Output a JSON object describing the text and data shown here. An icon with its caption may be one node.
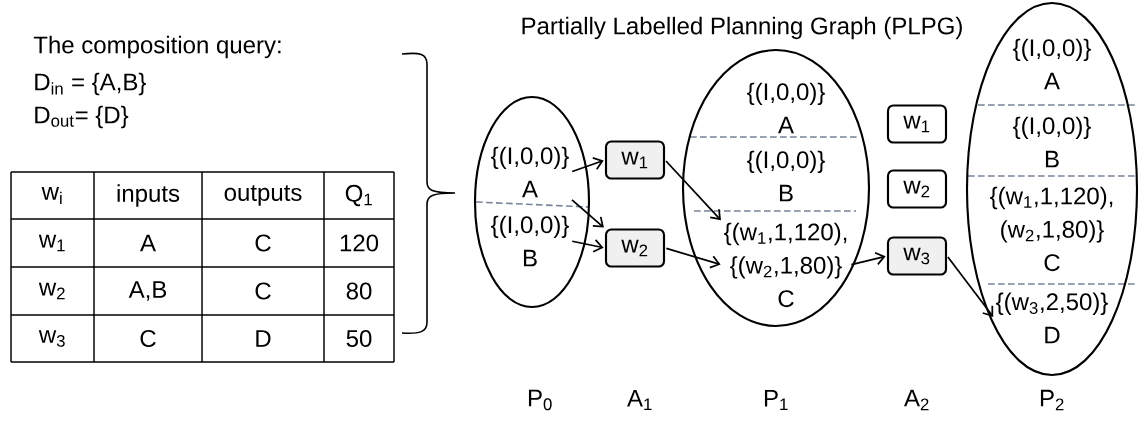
{
  "diagram": {
    "title": "Partially Labelled Planning Graph (PLPG)",
    "nodes": [
      {
        "text": [],
        "shape": "ellipse"
      },
      {
        "text": [
          "{(I,0,0)}",
          "A"
        ],
        "in": 0
      },
      {
        "text": [
          "{(I,0,0)}",
          "B"
        ],
        "in": 0
      },
      {
        "text": [
          "w$_{1}$"
        ]
      },
      {
        "text": [
          "w$_{2}$"
        ]
      },
      {
        "text": [],
        "shape": "ellipse"
      },
      {
        "text": [
          "{(I,0,0)}",
          "A"
        ],
        "in": 5
      },
      {
        "text": [
          "{(I,0,0)}",
          "B"
        ],
        "in": 5
      },
      {
        "text": [
          "{(w$_{1}$,1,120), {(w$_{2}$,1,80)}",
          "C"
        ],
        "in": 5
      },
      {
        "text": [
          "w$_{1}$"
        ]
      },
      {
        "text": [
          "w$_{2}$"
        ]
      },
      {
        "text": [
          "w$_{3}$"
        ]
      },
      {
        "text": [],
        "shape": "ellipse"
      },
      {
        "text": [
          "{(I,0,0)}",
          "A"
        ],
        "in": 12
      },
      {
        "text": [
          "{(I,0,0)}",
          "B"
        ],
        "in": 12
      },
      {
        "text": [
          "{(w$_{1}$,1,120), (w$_{2}$,1,80)}",
          "C"
        ],
        "in": 12
      },
      {
        "text": [
          "{(w$_{3}$,2,50)}",
          "D"
        ],
        "in": 12
      }
    ],
    "edges": [
      {
        "from": 1,
        "to": 3,
        "arrow": "to"
      },
      {
        "from": 1,
        "to": 4,
        "arrow": "to"
      },
      {
        "from": 2,
        "to": 4,
        "arrow": "to"
      },
      {
        "from": 3,
        "to": 8,
        "arrow": "to"
      },
      {
        "from": 4,
        "to": 8,
        "arrow": "to"
      },
      {
        "from": 8,
        "to": 11,
        "arrow": "to"
      },
      {
        "from": 11,
        "to": 16,
        "arrow": "to"
      }
    ],
    "labels": [
      "The composition query:",
      "D$_{in}$ = {A,B}",
      "D$_{out}$= {D}",
      "w$_{i}$",
      "inputs",
      "outputs",
      "Q$_{1}$",
      "w$_{1}$",
      "A",
      "C",
      "120",
      "w$_{2}$",
      "A,B",
      "C",
      "80",
      "w$_{3}$",
      "C",
      "D",
      "50",
      "P$_{0}$",
      "A$_{1}$",
      "P$_{1}$",
      "A$_{2}$",
      "P$_{2}$"
    ]
  }
}
